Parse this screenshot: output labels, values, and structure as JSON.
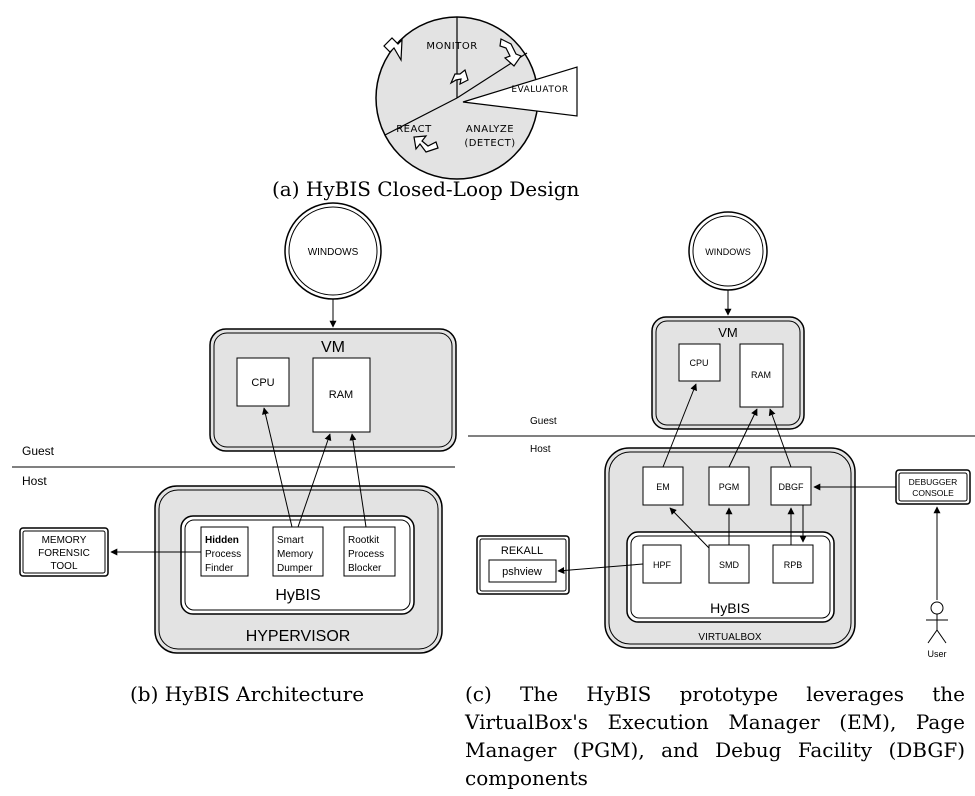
{
  "fig_a": {
    "monitor": "MONITOR",
    "react": "REACT",
    "analyze_l1": "ANALYZE",
    "analyze_l2": "(DETECT)",
    "evaluator": "EVALUATOR",
    "caption": "(a) HyBIS Closed-Loop Design"
  },
  "fig_b": {
    "windows": "WINDOWS",
    "vm": "VM",
    "cpu": "CPU",
    "ram": "RAM",
    "guest": "Guest",
    "host": "Host",
    "hpf": [
      "Hidden",
      "Process",
      "Finder"
    ],
    "smd": [
      "Smart",
      "Memory",
      "Dumper"
    ],
    "rpb": [
      "Rootkit",
      "Process",
      "Blocker"
    ],
    "hybis": "HyBIS",
    "hypervisor": "HYPERVISOR",
    "mft": [
      "MEMORY",
      "FORENSIC",
      "TOOL"
    ],
    "caption": "(b) HyBIS Architecture"
  },
  "fig_c": {
    "windows": "WINDOWS",
    "vm": "VM",
    "cpu": "CPU",
    "ram": "RAM",
    "guest": "Guest",
    "host": "Host",
    "em": "EM",
    "pgm": "PGM",
    "dbgf": "DBGF",
    "hpf": "HPF",
    "smd": "SMD",
    "rpb": "RPB",
    "hybis": "HyBIS",
    "virtualbox": "VIRTUALBOX",
    "rekall": "REKALL",
    "pshview": "pshview",
    "debugger": [
      "DEBUGGER",
      "CONSOLE"
    ],
    "user": "User",
    "caption": "(c) The HyBIS prototype leverages the VirtualBox's Execution Manager (EM), Page Manager (PGM), and Debug Facility (DBGF) components"
  }
}
